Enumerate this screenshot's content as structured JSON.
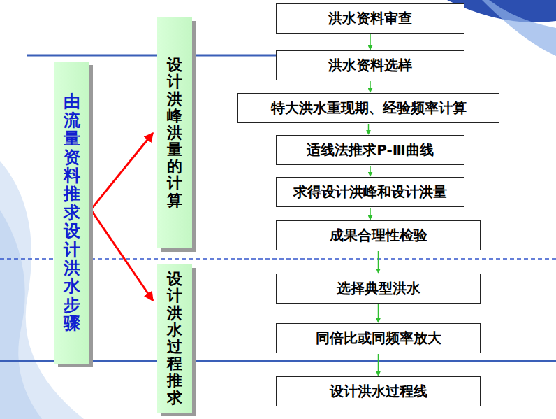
{
  "diagram": {
    "nodes": [
      {
        "text": [
          "由流量资料推求设计洪水步骤"
        ]
      },
      {
        "text": [
          "设计洪峰洪量的计算"
        ]
      },
      {
        "text": [
          "设计洪水过程推求"
        ]
      },
      {
        "text": [
          "洪水资料审查"
        ]
      },
      {
        "text": [
          "洪水资料选样"
        ]
      },
      {
        "text": [
          "特大洪水重现期、经验频率计算"
        ]
      },
      {
        "text": [
          "适线法推求P-Ⅲ曲线"
        ]
      },
      {
        "text": [
          "求得设计洪峰和设计洪量"
        ]
      },
      {
        "text": [
          "成果合理性检验"
        ]
      },
      {
        "text": [
          "选择典型洪水"
        ]
      },
      {
        "text": [
          "同倍比或同频率放大"
        ]
      },
      {
        "text": [
          "设计洪水过程线"
        ]
      }
    ],
    "edges": [
      {
        "from": 0,
        "to": 1,
        "arrow": "to"
      },
      {
        "from": 0,
        "to": 2,
        "arrow": "to"
      },
      {
        "from": 3,
        "to": 4,
        "arrow": "to"
      },
      {
        "from": 4,
        "to": 5,
        "arrow": "to"
      },
      {
        "from": 5,
        "to": 6,
        "arrow": "to"
      },
      {
        "from": 6,
        "to": 7,
        "arrow": "to"
      },
      {
        "from": 7,
        "to": 8,
        "arrow": "to"
      },
      {
        "from": 8,
        "to": 9,
        "arrow": "to"
      },
      {
        "from": 9,
        "to": 10,
        "arrow": "to"
      },
      {
        "from": 10,
        "to": 11,
        "arrow": "to"
      }
    ]
  }
}
